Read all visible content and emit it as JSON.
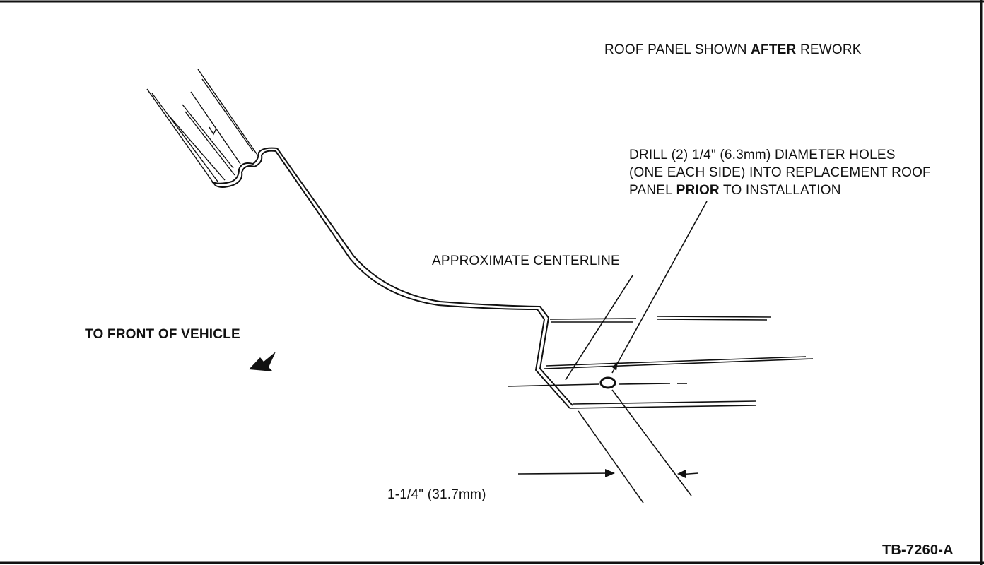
{
  "title": {
    "prefix": "ROOF PANEL SHOWN ",
    "emphasis": "AFTER",
    "suffix": " REWORK"
  },
  "drill_note": {
    "line1": "DRILL (2) 1/4\" (6.3mm) DIAMETER HOLES",
    "line2": "(ONE EACH SIDE) INTO REPLACEMENT ROOF",
    "line3_prefix": "PANEL ",
    "line3_emphasis": "PRIOR",
    "line3_suffix": " TO INSTALLATION"
  },
  "centerline_label": "APPROXIMATE CENTERLINE",
  "front_label": "TO FRONT OF VEHICLE",
  "dimension_label": "1-1/4\" (31.7mm)",
  "figure_id": "TB-7260-A",
  "colors": {
    "ink": "#111111",
    "paper": "#ffffff"
  },
  "icons": {
    "direction_arrow": "arrow-front-icon"
  }
}
